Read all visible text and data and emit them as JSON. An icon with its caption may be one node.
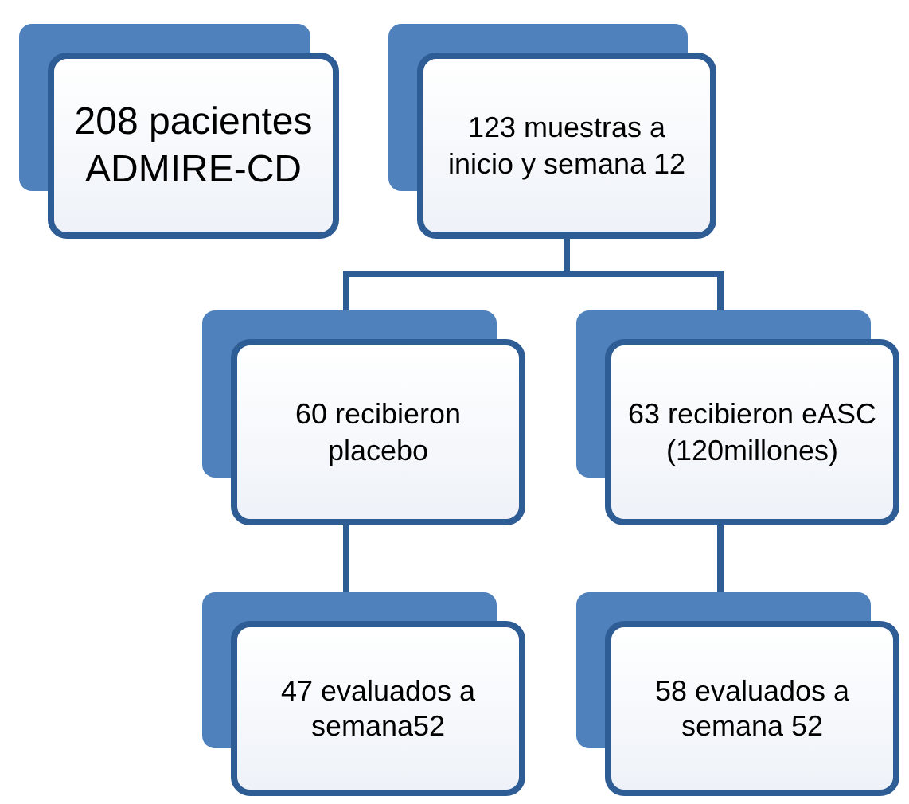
{
  "diagram": {
    "nodes": [
      {
        "text": [
          "208 pacientes ADMIRE-CD"
        ]
      },
      {
        "text": [
          "123 muestras a inicio y semana 12"
        ]
      },
      {
        "text": [
          "60 recibieron placebo"
        ]
      },
      {
        "text": [
          "63 recibieron eASC (120millones)"
        ]
      },
      {
        "text": [
          "47 evaluados a semana52"
        ]
      },
      {
        "text": [
          "58 evaluados a semana 52"
        ]
      }
    ],
    "edges": [
      {
        "from": 1,
        "to": 2,
        "arrow": "none"
      },
      {
        "from": 1,
        "to": 3,
        "arrow": "none"
      },
      {
        "from": 2,
        "to": 4,
        "arrow": "none"
      },
      {
        "from": 3,
        "to": 5,
        "arrow": "none"
      }
    ]
  }
}
